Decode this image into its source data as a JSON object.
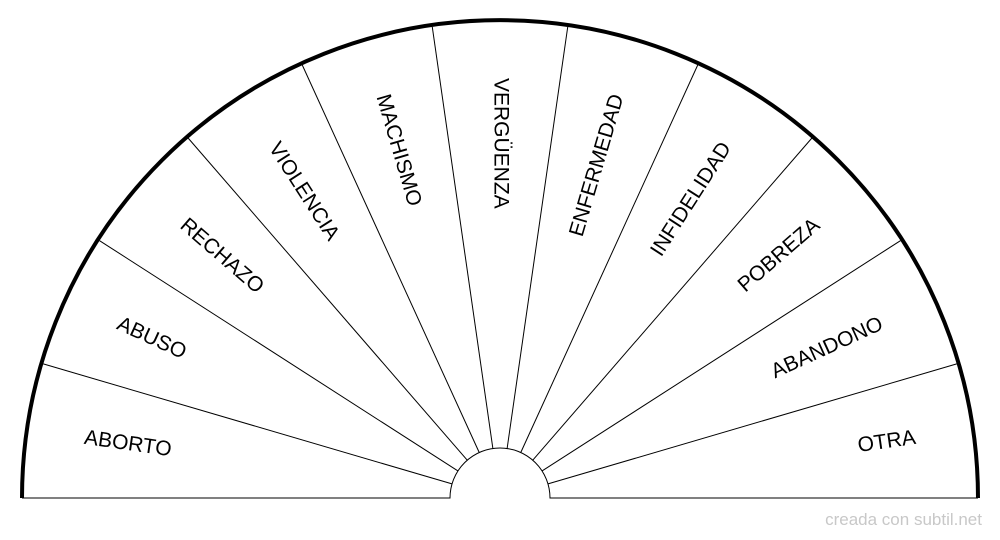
{
  "diagram": {
    "segments": [
      "ABORTO",
      "ABUSO",
      "RECHAZO",
      "VIOLENCIA",
      "MACHISMO",
      "VERGÜENZA",
      "ENFERMEDAD",
      "INFIDELIDAD",
      "POBREZA",
      "ABANDONO",
      "OTRA"
    ],
    "colors": {
      "stroke": "#000000",
      "fill": "#ffffff"
    }
  },
  "footer": {
    "credit": "creada con subtil.net"
  }
}
